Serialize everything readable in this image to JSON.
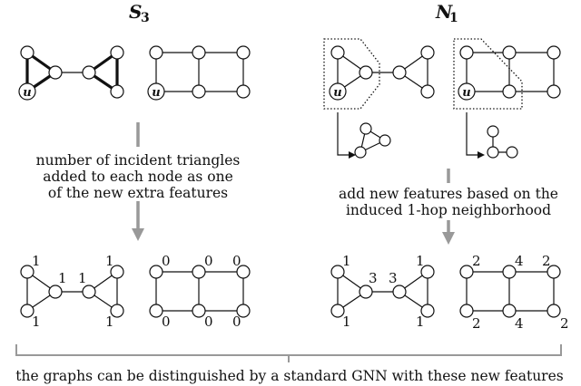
{
  "titles": {
    "left_main": "S",
    "left_sub": "3",
    "right_main": "N",
    "right_sub": "1"
  },
  "node_label": "u",
  "captions": {
    "left": [
      "number of incident triangles",
      "added to each node as one",
      "of the new extra features"
    ],
    "right": [
      "add new features based on the",
      "induced 1-hop neighborhood"
    ],
    "bottom": "the graphs can be distinguished by a standard GNN with these new features"
  },
  "features": {
    "s3_bowtie": [
      "1",
      "1",
      "1",
      "1",
      "1",
      "1"
    ],
    "s3_ladder": [
      "0",
      "0",
      "0",
      "0",
      "0",
      "0"
    ],
    "n1_bowtie": [
      "1",
      "3",
      "3",
      "1",
      "1",
      "1"
    ],
    "n1_ladder": [
      "2",
      "4",
      "2",
      "2",
      "4",
      "2"
    ]
  }
}
